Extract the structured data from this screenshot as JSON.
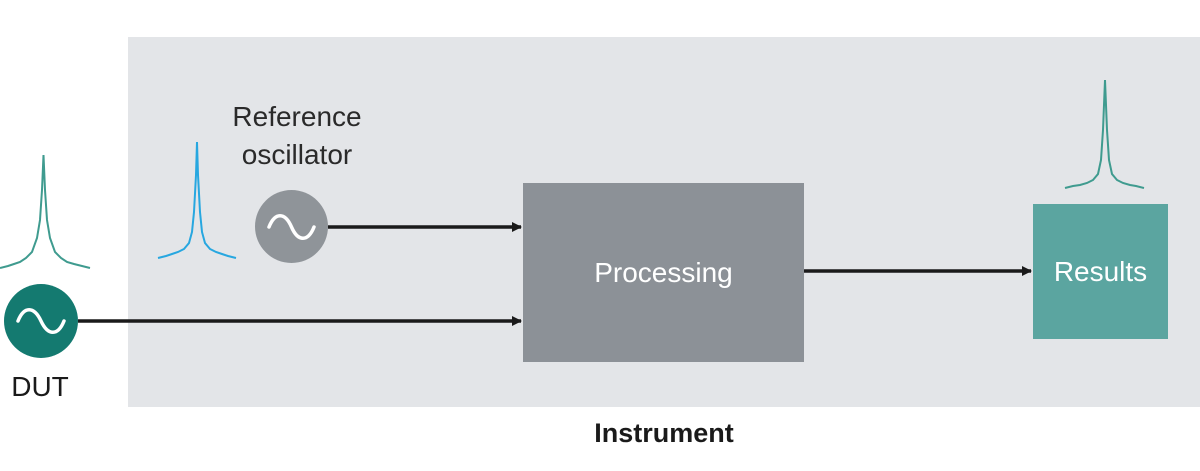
{
  "diagram": {
    "instrument_label": "Instrument",
    "reference_label": "Reference oscillator",
    "processing_label": "Processing",
    "results_label": "Results",
    "dut_label": "DUT"
  },
  "colors": {
    "panel": "#e3e5e8",
    "processing": "#8c9197",
    "results": "#5ba5a0",
    "dut_oscillator": "#147a70",
    "ref_oscillator": "#8f9499",
    "spectrum_teal": "#3f9b8f",
    "spectrum_blue": "#27a7e0",
    "arrow": "#1a1a1a"
  }
}
